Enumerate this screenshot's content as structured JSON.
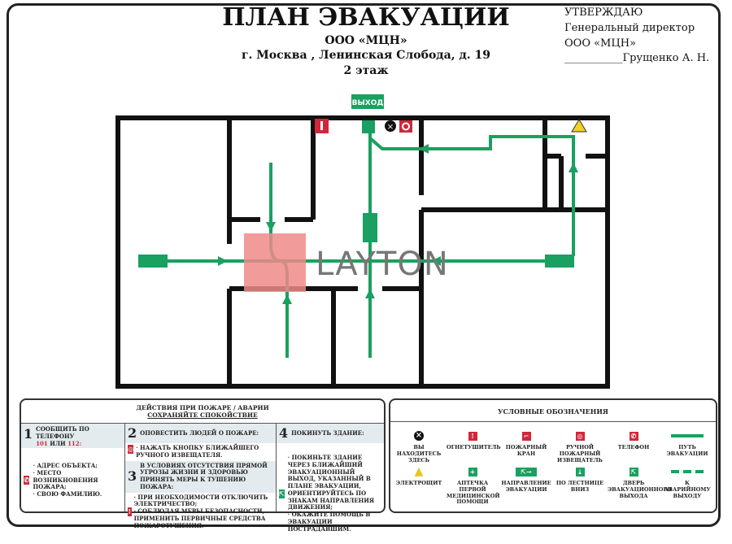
{
  "header": {
    "title": "ПЛАН ЭВАКУАЦИИ",
    "org": "ООО «МЦН»",
    "address": "г. Москва , Ленинская Слобода, д. 19",
    "floor": "2 этаж"
  },
  "approval": {
    "line1": "УТВЕРЖДАЮ",
    "line2": "Генеральный директор",
    "line3": "ООО «МЦН»",
    "signature": "___________Грущенко А. Н."
  },
  "plan": {
    "exit_label": "ВЫХОД",
    "watermark": "LAYTON",
    "colors": {
      "path": "#1aa060",
      "wall": "#111",
      "fire": "#d0283a"
    }
  },
  "actions": {
    "title": "ДЕЙСТВИЯ ПРИ ПОЖАРЕ / АВАРИИ",
    "subtitle": "СОХРАНЯЙТЕ СПОКОЙСТВИЕ",
    "s1": {
      "num": "1",
      "title": "СООБЩИТЬ ПО ТЕЛЕФОНУ",
      "phone1": "101",
      "or": " ИЛИ ",
      "phone2": "112:",
      "items": [
        "· АДРЕС ОБЪЕКТА;",
        "· МЕСТО ВОЗНИКНОВЕНИЯ ПОЖАРА;",
        "· СВОЮ ФАМИЛИЮ."
      ]
    },
    "s2": {
      "num": "2",
      "title": "ОПОВЕСТИТЬ ЛЮДЕЙ О ПОЖАРЕ:",
      "text": "· НАЖАТЬ КНОПКУ БЛИЖАЙШЕГО РУЧНОГО ИЗВЕЩАТЕЛЯ."
    },
    "s3": {
      "num": "3",
      "title": "В УСЛОВИЯХ ОТСУТСТВИЯ ПРЯМОЙ УГРОЗЫ ЖИЗНИ И ЗДОРОВЬЮ ПРИНЯТЬ МЕРЫ К ТУШЕНИЮ ПОЖАРА:",
      "items": [
        "· ПРИ НЕОБХОДИМОСТИ ОТКЛЮЧИТЬ ЭЛЕКТРИЧЕСТВО;",
        "· СОБЛЮДАЯ МЕРЫ БЕЗОПАСНОСТИ, ПРИМЕНИТЬ ПЕРВИЧНЫЕ СРЕДСТВА ПОЖАРОТУШЕНИЯ."
      ]
    },
    "s4": {
      "num": "4",
      "title": "ПОКИНУТЬ ЗДАНИЕ:",
      "items": [
        "· ПОКИНЬТЕ ЗДАНИЕ ЧЕРЕЗ БЛИЖАЙШИЙ ЭВАКУАЦИОННЫЙ ВЫХОД, УКАЗАННЫЙ В ПЛАНЕ ЭВАКУАЦИИ, ОРИЕНТИРУЙТЕСЬ ПО ЗНАКАМ НАПРАВЛЕНИЯ ДВИЖЕНИЯ;",
        "· ОКАЖИТЕ ПОМОЩЬ В ЭВАКУАЦИИ ПОСТРАДАВШИМ."
      ]
    }
  },
  "legend": {
    "title": "УСЛОВНЫЕ ОБОЗНАЧЕНИЯ",
    "items": [
      {
        "icon": "you-are-here-icon",
        "label": "ВЫ НАХОДИТЕСЬ ЗДЕСЬ"
      },
      {
        "icon": "fire-extinguisher-icon",
        "label": "ОГНЕТУШИТЕЛЬ"
      },
      {
        "icon": "fire-hydrant-icon",
        "label": "ПОЖАРНЫЙ КРАН"
      },
      {
        "icon": "manual-call-point-icon",
        "label": "РУЧНОЙ ПОЖАРНЫЙ ИЗВЕЩАТЕЛЬ"
      },
      {
        "icon": "phone-icon",
        "label": "ТЕЛЕФОН"
      },
      {
        "icon": "evacuation-path-icon",
        "label": "ПУТЬ ЭВАКУАЦИИ"
      },
      {
        "icon": "electrical-panel-icon",
        "label": "ЭЛЕКТРОЩИТ"
      },
      {
        "icon": "first-aid-icon",
        "label": "АПТЕЧКА ПЕРВОЙ МЕДИЦИНСКОЙ ПОМОЩИ"
      },
      {
        "icon": "evacuation-direction-icon",
        "label": "НАПРАВЛЕНИЕ ЭВАКУАЦИИ"
      },
      {
        "icon": "stairs-down-icon",
        "label": "ПО ЛЕСТНИЦЕ ВНИЗ"
      },
      {
        "icon": "exit-door-icon",
        "label": "ДВЕРЬ ЭВАКУАЦИОННОГО ВЫХОДА"
      },
      {
        "icon": "emergency-exit-path-icon",
        "label": "К АВАРИЙНОМУ ВЫХОДУ"
      }
    ]
  }
}
